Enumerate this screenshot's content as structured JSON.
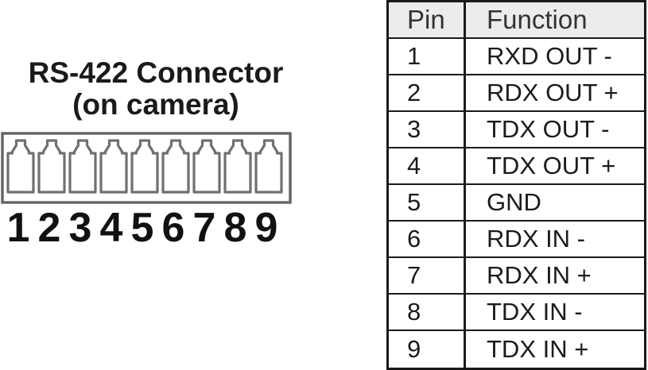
{
  "title": {
    "line1": "RS-422 Connector",
    "line2": "(on camera)"
  },
  "connector": {
    "pins": [
      "1",
      "2",
      "3",
      "4",
      "5",
      "6",
      "7",
      "8",
      "9"
    ],
    "outline_color": "#6e6e6e",
    "label_color": "#111111"
  },
  "table": {
    "header": {
      "pin": "Pin",
      "function": "Function"
    },
    "header_bg": "#ececec",
    "border_color": "#1a1a1a",
    "rows": [
      {
        "pin": "1",
        "function": "RXD OUT -"
      },
      {
        "pin": "2",
        "function": "RDX OUT +"
      },
      {
        "pin": "3",
        "function": "TDX OUT -"
      },
      {
        "pin": "4",
        "function": "TDX OUT +"
      },
      {
        "pin": "5",
        "function": "GND"
      },
      {
        "pin": "6",
        "function": "RDX IN -"
      },
      {
        "pin": "7",
        "function": "RDX IN +"
      },
      {
        "pin": "8",
        "function": "TDX IN -"
      },
      {
        "pin": "9",
        "function": "TDX IN +"
      }
    ]
  }
}
